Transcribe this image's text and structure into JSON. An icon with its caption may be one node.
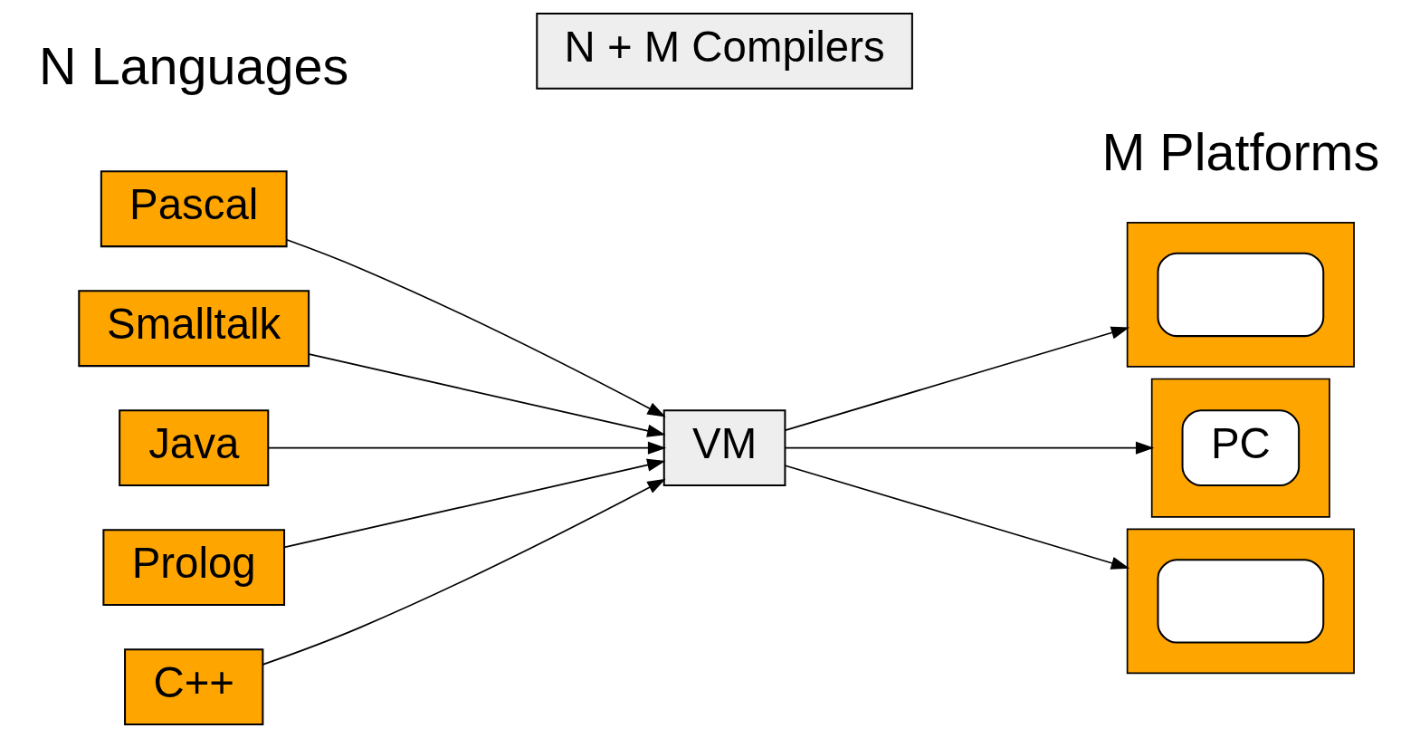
{
  "diagram": {
    "nodes": [
      {
        "text": [
          "Pascal"
        ]
      },
      {
        "text": [
          "Smalltalk"
        ]
      },
      {
        "text": [
          "Java"
        ]
      },
      {
        "text": [
          "Prolog"
        ]
      },
      {
        "text": [
          "C++"
        ]
      },
      {
        "text": [
          "N + M Compilers"
        ]
      },
      {
        "text": [
          "VM"
        ]
      },
      {
        "text": [],
        "shape": "box"
      },
      {
        "text": [],
        "shape": "box",
        "in": 7
      },
      {
        "text": [],
        "shape": "box"
      },
      {
        "text": [
          "PC"
        ],
        "in": 9
      },
      {
        "text": [],
        "shape": "box"
      },
      {
        "text": [],
        "shape": "box",
        "in": 11
      }
    ],
    "edges": [
      {
        "from": 0,
        "to": 6,
        "arrow": "to"
      },
      {
        "from": 1,
        "to": 6,
        "arrow": "to"
      },
      {
        "from": 2,
        "to": 6,
        "arrow": "to"
      },
      {
        "from": 3,
        "to": 6,
        "arrow": "to"
      },
      {
        "from": 4,
        "to": 6,
        "arrow": "to"
      },
      {
        "from": 6,
        "to": 7,
        "arrow": "to"
      },
      {
        "from": 6,
        "to": 9,
        "arrow": "to"
      },
      {
        "from": 6,
        "to": 11,
        "arrow": "to"
      }
    ],
    "labels": [
      "N Languages",
      "M Platforms"
    ]
  }
}
